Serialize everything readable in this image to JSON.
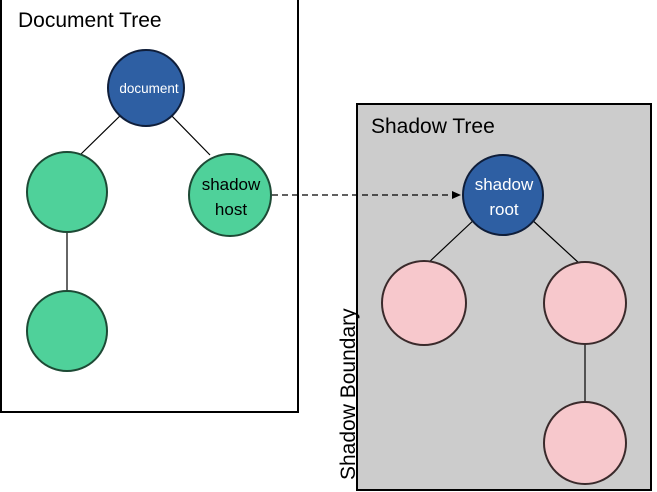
{
  "colors": {
    "document_node": "#2e5fa3",
    "document_node_stroke": "#0f1e3a",
    "light_dom_node": "#4fd19a",
    "light_dom_node_stroke": "#1d4a35",
    "shadow_node": "#f7c8cc",
    "shadow_node_stroke": "#3a2a2b",
    "shadow_panel_fill": "#cccccc",
    "panel_stroke": "#000000",
    "edge": "#000000"
  },
  "document_tree": {
    "title": "Document Tree",
    "root_label": "document",
    "host_label_line1": "shadow",
    "host_label_line2": "host"
  },
  "shadow_tree": {
    "title": "Shadow Tree",
    "root_label_line1": "shadow",
    "root_label_line2": "root",
    "boundary_label": "Shadow Boundary"
  }
}
